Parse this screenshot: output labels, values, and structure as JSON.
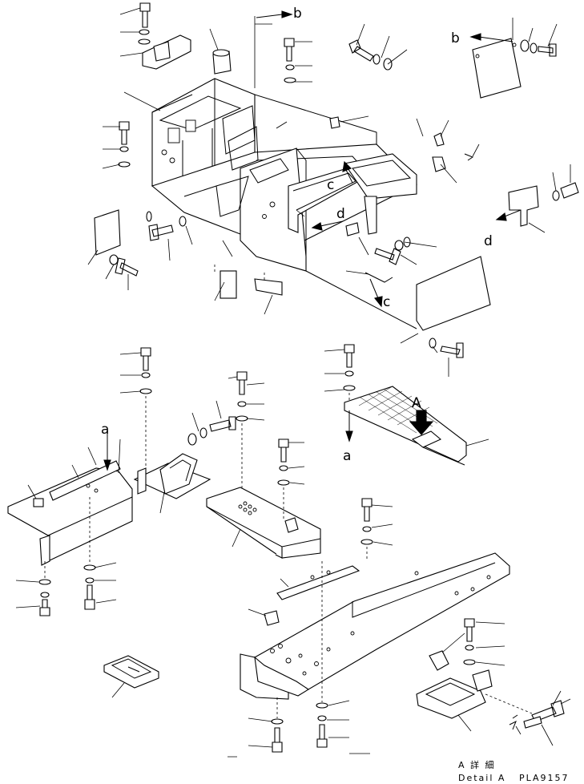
{
  "view_labels": {
    "b_top": "b",
    "b_right": "b",
    "c_upper": "c",
    "c_lower": "c",
    "d_left": "d",
    "d_right": "d",
    "a_left": "a",
    "a_right": "a",
    "A_arrow": "A"
  },
  "caption": {
    "detail_jp": "A 詳 細",
    "detail_en": "Detail A",
    "drawing_number": "PLA9157"
  }
}
